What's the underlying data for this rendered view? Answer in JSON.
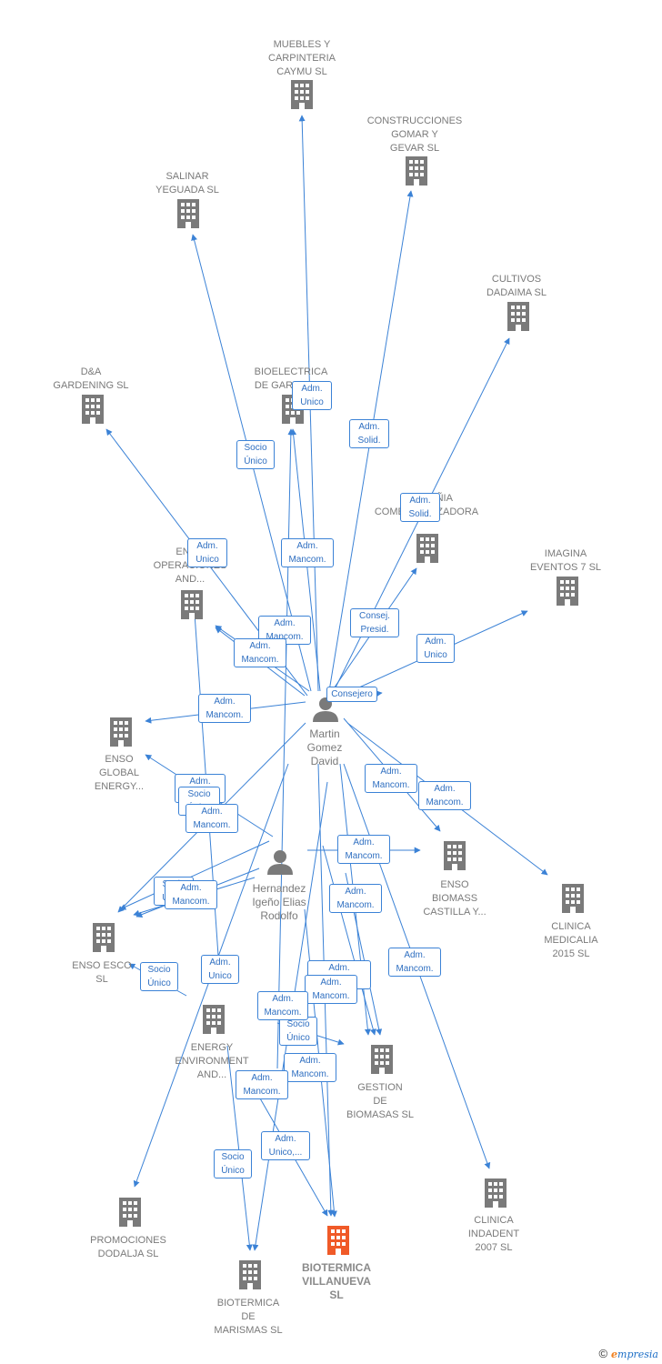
{
  "colors": {
    "edge": "#3b82d6",
    "building": "#7a7a7a",
    "focus_building": "#f05a28",
    "person": "#7a7a7a"
  },
  "companies": [
    {
      "id": "muebles",
      "label": "MUEBLES Y\nCARPINTERIA\nCAYMU  SL"
    },
    {
      "id": "construcciones",
      "label": "CONSTRUCCIONES\nGOMAR Y\nGEVAR SL"
    },
    {
      "id": "salinar",
      "label": "SALINAR\nYEGUADA  SL"
    },
    {
      "id": "cultivos",
      "label": "CULTIVOS\nDADAIMA  SL"
    },
    {
      "id": "da",
      "label": "D&A\nGARDENING SL"
    },
    {
      "id": "bioelectrica",
      "label": "BIOELECTRICA\nDE GARRAY SL"
    },
    {
      "id": "compania",
      "label": "COMPAÑIA\nCOMERCIALIZADORA"
    },
    {
      "id": "imagina",
      "label": "IMAGINA\nEVENTOS 7  SL"
    },
    {
      "id": "enso_oper",
      "label": "ENSO\nOPERACIONES\nAND..."
    },
    {
      "id": "enso_global",
      "label": "ENSO\nGLOBAL\nENERGY..."
    },
    {
      "id": "enso_biomass",
      "label": "ENSO\nBIOMASS\nCASTILLA Y..."
    },
    {
      "id": "clinica_medicalia",
      "label": "CLINICA\nMEDICALIA\n2015  SL"
    },
    {
      "id": "enso_esco",
      "label": "ENSO ESCO\nSL"
    },
    {
      "id": "energy_env",
      "label": "ENERGY\nENVIRONMENT\nAND..."
    },
    {
      "id": "gestion",
      "label": "GESTION\nDE\nBIOMASAS SL"
    },
    {
      "id": "clinica_indadent",
      "label": "CLINICA\nINDADENT\n2007  SL"
    },
    {
      "id": "promociones",
      "label": "PROMOCIONES\nDODALJA SL"
    },
    {
      "id": "biotermica_villanueva",
      "label": "BIOTERMICA\nVILLANUEVA\nSL",
      "focus": true
    },
    {
      "id": "biotermica_marismas",
      "label": "BIOTERMICA\nDE\nMARISMAS SL"
    }
  ],
  "persons": [
    {
      "id": "martin",
      "label": "Martin\nGomez\nDavid"
    },
    {
      "id": "hernandez",
      "label": "Hernandez\nIgeño Elias\nRodolfo"
    }
  ],
  "edges": [
    {
      "label": "Adm.\nUnico"
    },
    {
      "label": "Adm.\nSolid."
    },
    {
      "label": "Socio\nÚnico"
    },
    {
      "label": "Adm.\nSolid."
    },
    {
      "label": "Adm.\nUnico"
    },
    {
      "label": "Adm.\nMancom."
    },
    {
      "label": "Adm.\nMancom."
    },
    {
      "label": "Adm.\nMancom."
    },
    {
      "label": "Consej.\nPresid."
    },
    {
      "label": "Adm.\nUnico"
    },
    {
      "label": "Consejero"
    },
    {
      "label": "Adm.\nMancom."
    },
    {
      "label": "Adm.\nMancom."
    },
    {
      "label": "Adm.\nMancom."
    },
    {
      "label": "Adm.\nMancom."
    },
    {
      "label": "Socio\nÚnico"
    },
    {
      "label": "Adm.\nMancom."
    },
    {
      "label": "Socio\nÚnico"
    },
    {
      "label": "Adm.\nMancom."
    },
    {
      "label": "Adm.\nMancom."
    },
    {
      "label": "Adm.\nMancom."
    },
    {
      "label": "Socio\nÚnico"
    },
    {
      "label": "Adm.\nUnico"
    },
    {
      "label": "Adm.\nMancom."
    },
    {
      "label": "Adm.\nMancom."
    },
    {
      "label": "Adm.\nMancom."
    },
    {
      "label": "Socio\nÚnico"
    },
    {
      "label": "Adm.\nMancom."
    },
    {
      "label": "Adm.\nMancom."
    },
    {
      "label": "Socio\nÚnico"
    },
    {
      "label": "Adm.\nUnico,..."
    },
    {
      "label": "Adm.\n..."
    },
    {
      "label": "Adm.\nMancom."
    },
    {
      "label": "Adm.\nMancom."
    }
  ],
  "footer": {
    "copyright": "©",
    "brand_e": "e",
    "brand_rest": "mpresia"
  }
}
